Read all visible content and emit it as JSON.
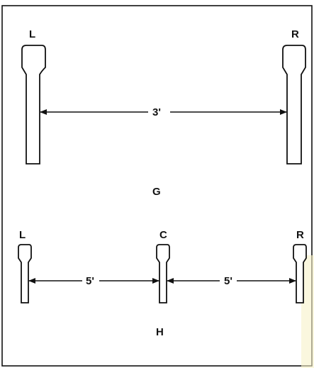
{
  "figure_g": {
    "caption": "G",
    "left_label": "L",
    "right_label": "R",
    "distance_label": "3'"
  },
  "figure_h": {
    "caption": "H",
    "left_label": "L",
    "center_label": "C",
    "right_label": "R",
    "left_distance_label": "5'",
    "right_distance_label": "5'"
  }
}
